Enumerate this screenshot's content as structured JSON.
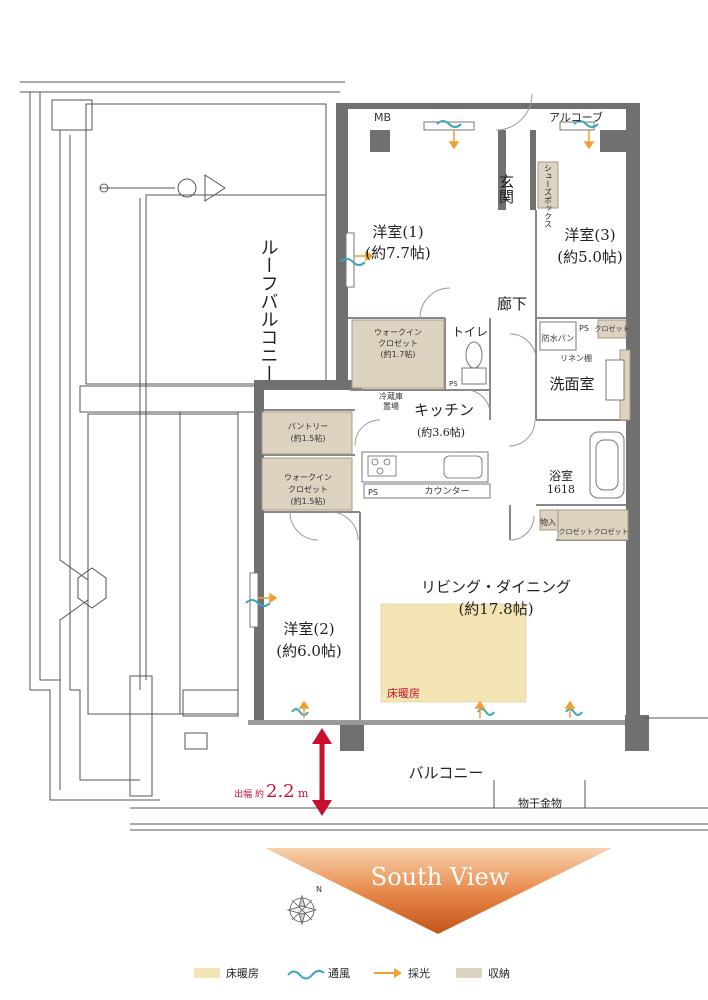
{
  "labels": {
    "mb": "MB",
    "alcove": "アルコーブ",
    "entrance": "玄関",
    "shoe_box": "シューズボックス",
    "room1_name": "洋室(1)",
    "room1_size": "(約7.7帖)",
    "room3_name": "洋室(3)",
    "room3_size": "(約5.0帖)",
    "roof_balcony": "ルーフバルコニー",
    "hallway": "廊下",
    "wic1_line1": "ウォークイン",
    "wic1_line2": "クロゼット",
    "wic1_line3": "(約1.7帖)",
    "toilet": "トイレ",
    "ps": "PS",
    "waterproof_pan": "防水パン",
    "closet": "クロゼット",
    "linen": "リネン棚",
    "washroom": "洗面室",
    "fridge_line1": "冷蔵庫",
    "fridge_line2": "置場",
    "kitchen_name": "キッチン",
    "kitchen_size": "(約3.6帖)",
    "pantry_line1": "パントリー",
    "pantry_line2": "(約1.5帖)",
    "wic2_line1": "ウォークイン",
    "wic2_line2": "クロゼット",
    "wic2_line3": "(約1.5帖)",
    "counter": "カウンター",
    "bath_name": "浴室",
    "bath_size": "1618",
    "storage": "物入",
    "living_name": "リビング・ダイニング",
    "living_size": "(約17.8帖)",
    "floor_heating": "床暖房",
    "room2_name": "洋室(2)",
    "room2_size": "(約6.0帖)",
    "balcony": "バルコニー",
    "drying_rack": "物干金物",
    "depth_label": "出幅 約",
    "depth_value": "2.2",
    "depth_unit": "m",
    "south_view": "South View",
    "compass_n": "N"
  },
  "legend": [
    {
      "name": "floor-heating",
      "label": "床暖房"
    },
    {
      "name": "ventilation",
      "label": "通風"
    },
    {
      "name": "daylight",
      "label": "採光"
    },
    {
      "name": "storage",
      "label": "収納"
    }
  ],
  "colors": {
    "wall": "#707070",
    "storage_fill": "#ddd3c1",
    "heating_fill": "#f3e5b3",
    "ventilation": "#3aa4bd",
    "daylight": "#f0a030",
    "arrow_red": "#c8102e",
    "banner_top": "#f6c9a1",
    "banner_bottom": "#c4541a"
  }
}
